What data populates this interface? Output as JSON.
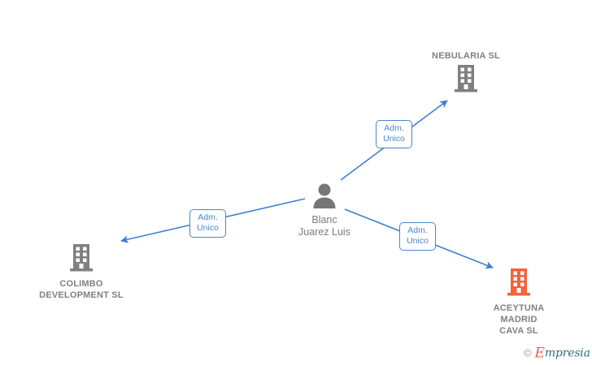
{
  "graph": {
    "center": {
      "id": "person",
      "name": "Blanc\nJuarez Luis",
      "icon": "person-icon",
      "icon_color": "#767676"
    },
    "nodes": [
      {
        "id": "nebularia",
        "name": "NEBULARIA SL",
        "icon": "building-icon",
        "icon_color": "#808080",
        "label_position": "above"
      },
      {
        "id": "colimbo",
        "name": "COLIMBO\nDEVELOPMENT SL",
        "icon": "building-icon",
        "icon_color": "#808080",
        "label_position": "below"
      },
      {
        "id": "aceytuna",
        "name": "ACEYTUNA\nMADRID\nCAVA  SL",
        "icon": "building-icon",
        "icon_color": "#f4633a",
        "label_position": "below"
      }
    ],
    "edges": [
      {
        "id": "edge-nebularia",
        "from": "person",
        "to": "nebularia",
        "label": "Adm.\nUnico",
        "color": "#4a86c8"
      },
      {
        "id": "edge-colimbo",
        "from": "person",
        "to": "colimbo",
        "label": "Adm.\nUnico",
        "color": "#4a86c8"
      },
      {
        "id": "edge-aceytuna",
        "from": "person",
        "to": "aceytuna",
        "label": "Adm.\nUnico",
        "color": "#4a86c8"
      }
    ]
  },
  "watermark": {
    "copyright": "©",
    "brand_initial": "E",
    "brand_rest": "mpresia"
  },
  "colors": {
    "edge": "#4a86c8",
    "node_gray": "#808080",
    "node_orange": "#f4633a",
    "label_gray": "#808080",
    "background": "#ffffff"
  }
}
